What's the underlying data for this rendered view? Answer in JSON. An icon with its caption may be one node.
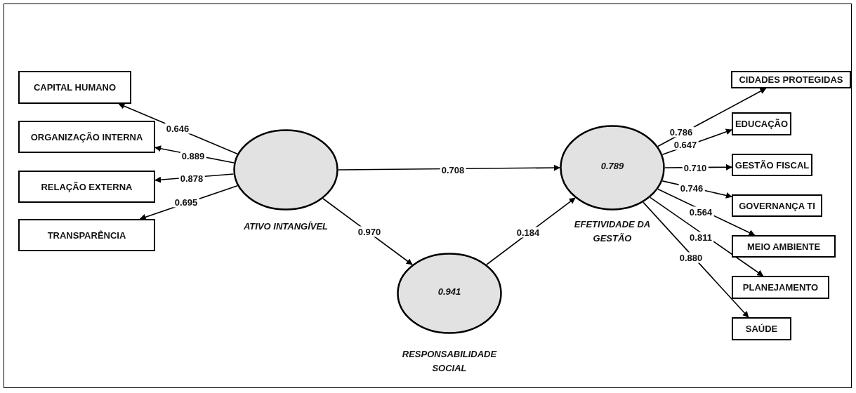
{
  "diagram": {
    "nodes": [
      {
        "text": [
          "CAPITAL HUMANO"
        ]
      },
      {
        "text": [
          "ORGANIZAÇÃO INTERNA"
        ]
      },
      {
        "text": [
          "RELAÇÃO EXTERNA"
        ]
      },
      {
        "text": [
          "TRANSPARÊNCIA"
        ]
      },
      {
        "text": [
          "ATIVO INTANGÍVEL"
        ]
      },
      {
        "text": [
          "0.941",
          "RESPONSABILIDADE SOCIAL"
        ]
      },
      {
        "text": [
          "0.789",
          "EFETIVIDADE DA GESTÃO"
        ]
      },
      {
        "text": [
          "CIDADES PROTEGIDAS"
        ]
      },
      {
        "text": [
          "EDUCAÇÃO"
        ]
      },
      {
        "text": [
          "GESTÃO FISCAL"
        ]
      },
      {
        "text": [
          "GOVERNANÇA TI"
        ]
      },
      {
        "text": [
          "MEIO AMBIENTE"
        ]
      },
      {
        "text": [
          "PLANEJAMENTO"
        ]
      },
      {
        "text": [
          "SAÚDE"
        ]
      }
    ],
    "edges": [
      {
        "from": 4,
        "to": 0,
        "arrow": "to",
        "label": "0.646"
      },
      {
        "from": 4,
        "to": 1,
        "arrow": "to",
        "label": "0.889"
      },
      {
        "from": 4,
        "to": 2,
        "arrow": "to",
        "label": "0.878"
      },
      {
        "from": 4,
        "to": 3,
        "arrow": "to",
        "label": "0.695"
      },
      {
        "from": 4,
        "to": 6,
        "arrow": "to",
        "label": "0.708"
      },
      {
        "from": 4,
        "to": 5,
        "arrow": "to",
        "label": "0.970"
      },
      {
        "from": 5,
        "to": 6,
        "arrow": "to",
        "label": "0.184"
      },
      {
        "from": 6,
        "to": 7,
        "arrow": "to",
        "label": "0.786"
      },
      {
        "from": 6,
        "to": 8,
        "arrow": "to",
        "label": "0.647"
      },
      {
        "from": 6,
        "to": 9,
        "arrow": "to",
        "label": "0.710"
      },
      {
        "from": 6,
        "to": 10,
        "arrow": "to",
        "label": "0.746"
      },
      {
        "from": 6,
        "to": 11,
        "arrow": "to",
        "label": "0.564"
      },
      {
        "from": 6,
        "to": 12,
        "arrow": "to",
        "label": "0.811"
      },
      {
        "from": 6,
        "to": 13,
        "arrow": "to",
        "label": "0.880"
      }
    ]
  }
}
